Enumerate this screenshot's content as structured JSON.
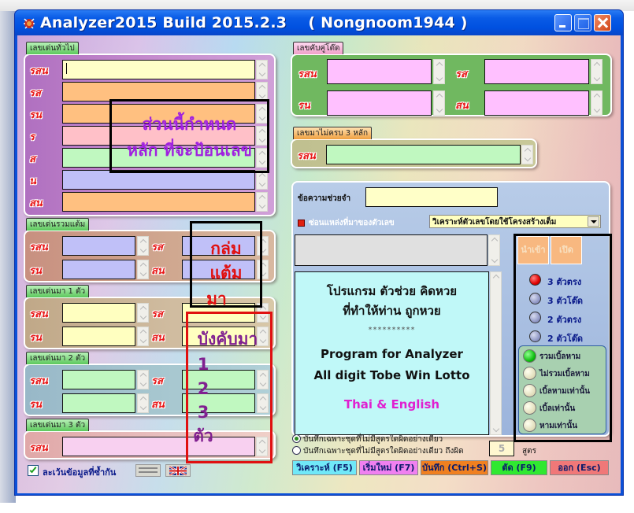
{
  "window": {
    "title": "Analyzer2015 Build 2015.2.3    ( Nongnoom1944 )",
    "controls": {
      "minimize": "minimize",
      "maximize": "maximize",
      "close": "close"
    }
  },
  "general": {
    "tab": "เลขเด่นทั่วไป",
    "rows": [
      {
        "label": "รสน",
        "value": "",
        "color": "#ffffc8"
      },
      {
        "label": "รส",
        "value": "",
        "color": "#ffc080"
      },
      {
        "label": "รน",
        "value": "",
        "color": "#ffc080"
      },
      {
        "label": "ร",
        "value": "",
        "color": "#ffc0c8"
      },
      {
        "label": "ส",
        "value": "",
        "color": "#c0f8c0"
      },
      {
        "label": "น",
        "value": "",
        "color": "#c0c0f8"
      },
      {
        "label": "สน",
        "value": "",
        "color": "#ffc080"
      }
    ]
  },
  "pairs": {
    "tab": "เลขคับคู่โต๊ด",
    "rows": [
      {
        "label": "รสน",
        "value": ""
      },
      {
        "label": "รส",
        "value": ""
      },
      {
        "label": "รน",
        "value": ""
      },
      {
        "label": "สน",
        "value": ""
      }
    ]
  },
  "incomplete": {
    "tab": "เลขมาไม่ครบ 3 หลัก",
    "rows": [
      {
        "label": "รสน",
        "value": ""
      }
    ]
  },
  "sum_group": {
    "tab": "เลขเด่นรวมแต้ม",
    "rows": [
      {
        "label": "รสน",
        "value": ""
      },
      {
        "label": "รส",
        "value": ""
      },
      {
        "label": "รน",
        "value": ""
      },
      {
        "label": "สน",
        "value": ""
      }
    ]
  },
  "one_digit": {
    "tab": "เลขเด่นมา 1 ตัว",
    "rows": [
      {
        "label": "รสน",
        "value": ""
      },
      {
        "label": "รส",
        "value": ""
      },
      {
        "label": "รน",
        "value": ""
      },
      {
        "label": "สน",
        "value": ""
      }
    ]
  },
  "two_digit": {
    "tab": "เลขเด่นมา 2 ตัว",
    "rows": [
      {
        "label": "รสน",
        "value": ""
      },
      {
        "label": "รส",
        "value": ""
      },
      {
        "label": "รน",
        "value": ""
      },
      {
        "label": "สน",
        "value": ""
      }
    ]
  },
  "three_digit": {
    "tab": "เลขเด่นมา 3 ตัว",
    "rows": [
      {
        "label": "รสน",
        "value": ""
      }
    ]
  },
  "footer_left": {
    "skip_duplicates_label": "ละเว้นข้อมูลที่ซ้ำกัน",
    "skip_duplicates_checked": true,
    "flag_icon": "uk-flag-icon"
  },
  "annotations": {
    "box1_line1": "ส่วนนี้กำหนด",
    "box1_line2": "หลัก ที่จะป้อนเลข",
    "box2_line1": "กล่ม",
    "box2_line2": "แต้ม",
    "box2_line3": "มา",
    "box3_line1": "บังคับมา",
    "box3_line2": "1",
    "box3_line3": "2",
    "box3_line4": "3",
    "box3_line5": "ตัว"
  },
  "memo": {
    "label": "ข้อความช่วยจำ",
    "value": "",
    "hide_source_label": "ซ่อนแหล่งที่มาของตัวเลข",
    "hide_source_checked": true,
    "mode_select": "วิเคราะห์ตัวเลขโดยใช้โครงสร้างเต็ม"
  },
  "buttons": {
    "import": "นำเข้า",
    "open": "เปิด",
    "analyze": "วิเคราะห์ (F5)",
    "restart": "เริ่มใหม่ (F7)",
    "save": "บันทึก (Ctrl+S)",
    "cut": "ตัด (F9)",
    "exit": "ออก (Esc)"
  },
  "info_text": {
    "line1": "โปรแกรม ตัวช่วย คิดหวย",
    "line2": "ที่ทำให้ท่าน ถูกหวย",
    "line3": "**********",
    "line4": "Program for Analyzer",
    "line5": "All digit Tobe Win Lotto",
    "line6": "Thai & English"
  },
  "modes": [
    {
      "label": "3 ตัวตรง",
      "selected": true
    },
    {
      "label": "3 ตัวโต๊ด",
      "selected": false
    },
    {
      "label": "2 ตัวตรง",
      "selected": false
    },
    {
      "label": "2 ตัวโต๊ด",
      "selected": false
    }
  ],
  "double_options": [
    {
      "label": "รวมเบิ้ลหาม",
      "selected": true
    },
    {
      "label": "ไม่รวมเบิ้ลหาม",
      "selected": false
    },
    {
      "label": "เบิ้ลหามเท่านั้น",
      "selected": false
    },
    {
      "label": "เบิ้ลเท่านั้น",
      "selected": false
    },
    {
      "label": "หามเท่านั้น",
      "selected": false
    }
  ],
  "save_options": {
    "option1": "บันทึกเฉพาะชุดที่ไม่มีสูตรใดผิดอย่างเดียว",
    "option2": "บันทึกเฉพาะชุดที่ไม่มีสูตรใดผิดอย่างเดียว ถึงผิด",
    "option1_selected": true,
    "option2_selected": false,
    "count_value": "5",
    "count_unit": "สูตร"
  }
}
